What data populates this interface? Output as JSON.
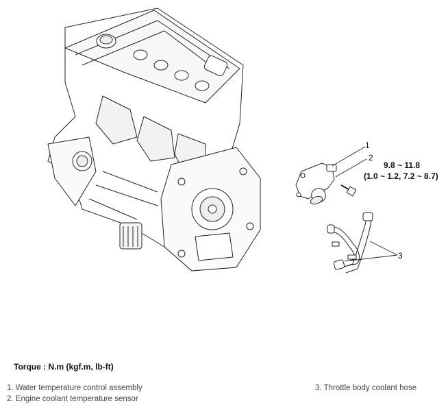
{
  "diagram": {
    "callouts": [
      "1",
      "2",
      "3"
    ],
    "torque_spec": {
      "line1": "9.8 ~ 11.8",
      "line2": "(1.0 ~ 1.2, 7.2 ~ 8.7)"
    }
  },
  "torque_heading": "Torque : N.m (kgf.m, lb-ft)",
  "legend": [
    "1. Water temperature control assembly",
    "2. Engine coolant temperature sensor",
    "3. Throttle body coolant hose"
  ]
}
